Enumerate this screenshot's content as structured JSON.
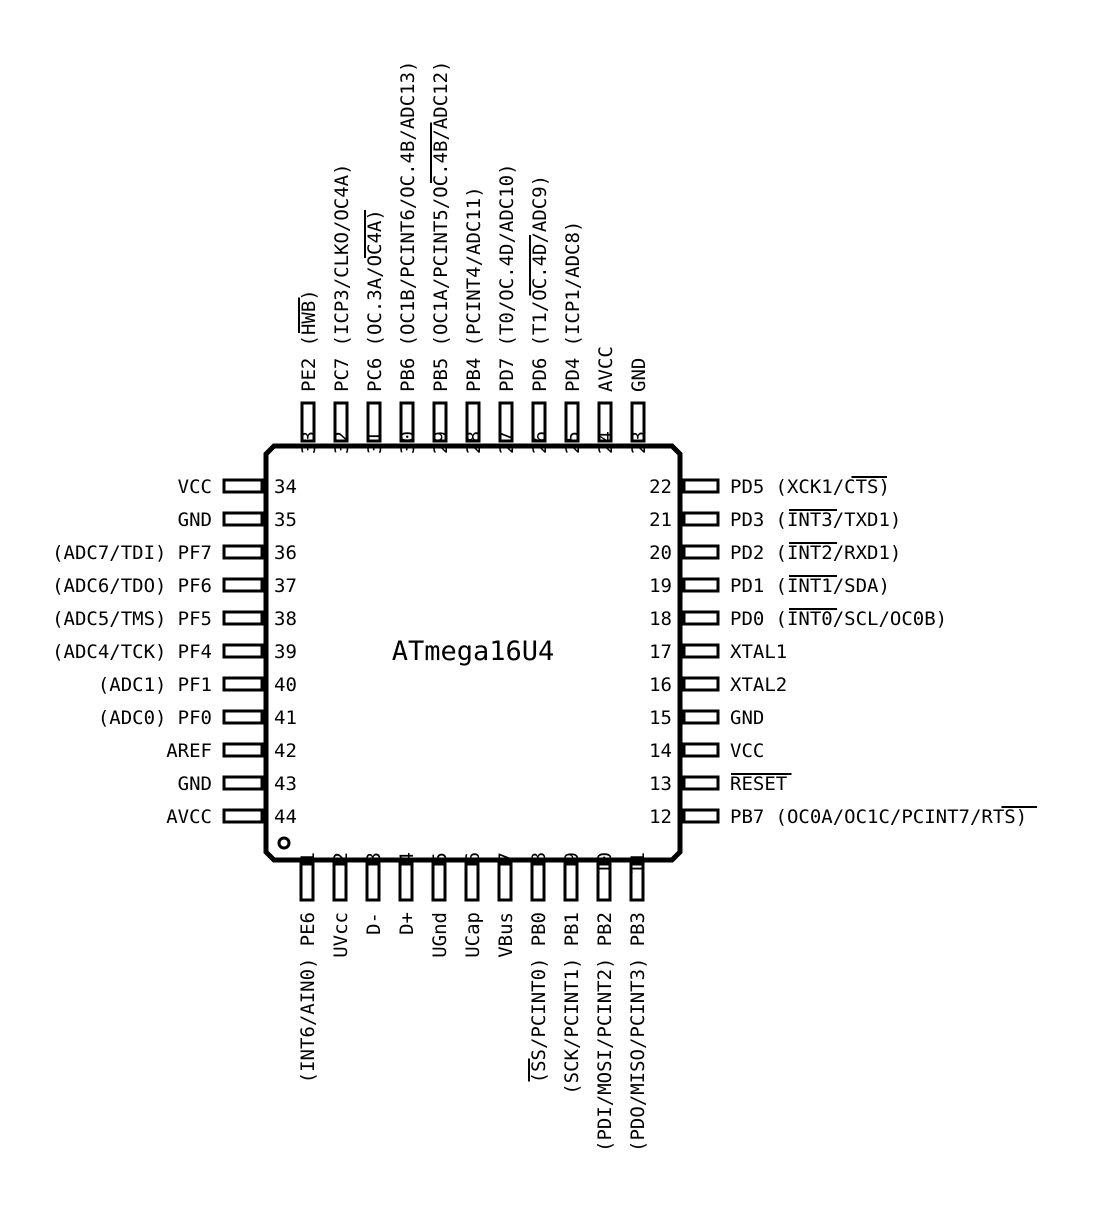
{
  "chip": {
    "name": "ATmega16U4",
    "pin1_marker": "circle-dot"
  },
  "colors": {
    "ink": "#000000",
    "background": "#ffffff"
  },
  "pins": {
    "bottom": [
      {
        "num": "1",
        "label": "PE6",
        "alt": "(INT6/AIN0)"
      },
      {
        "num": "2",
        "label": "UVcc",
        "alt": ""
      },
      {
        "num": "3",
        "label": "D-",
        "alt": ""
      },
      {
        "num": "4",
        "label": "D+",
        "alt": ""
      },
      {
        "num": "5",
        "label": "UGnd",
        "alt": ""
      },
      {
        "num": "6",
        "label": "UCap",
        "alt": ""
      },
      {
        "num": "7",
        "label": "VBus",
        "alt": ""
      },
      {
        "num": "8",
        "label": "PB0",
        "alt": "(SS/PCINT0)",
        "alt_overline": "SS"
      },
      {
        "num": "9",
        "label": "PB1",
        "alt": "(SCK/PCINT1)"
      },
      {
        "num": "10",
        "label": "PB2",
        "alt": "(PDI/MOSI/PCINT2)"
      },
      {
        "num": "11",
        "label": "PB3",
        "alt": "(PDO/MISO/PCINT3)"
      }
    ],
    "right": [
      {
        "num": "12",
        "label": "PB7",
        "alt": "(OC0A/OC1C/PCINT7/RTS)",
        "alt_overline": "RTS"
      },
      {
        "num": "13",
        "label": "RESET",
        "alt": "",
        "label_overline": "RESET"
      },
      {
        "num": "14",
        "label": "VCC",
        "alt": ""
      },
      {
        "num": "15",
        "label": "GND",
        "alt": ""
      },
      {
        "num": "16",
        "label": "XTAL2",
        "alt": ""
      },
      {
        "num": "17",
        "label": "XTAL1",
        "alt": ""
      },
      {
        "num": "18",
        "label": "PD0",
        "alt": "(INT0/SCL/OC0B)",
        "alt_overline": "INT0"
      },
      {
        "num": "19",
        "label": "PD1",
        "alt": "(INT1/SDA)",
        "alt_overline": "INT1"
      },
      {
        "num": "20",
        "label": "PD2",
        "alt": "(INT2/RXD1)",
        "alt_overline": "INT2"
      },
      {
        "num": "21",
        "label": "PD3",
        "alt": "(INT3/TXD1)",
        "alt_overline": "INT3"
      },
      {
        "num": "22",
        "label": "PD5",
        "alt": "(XCK1/CTS)",
        "alt_overline": "CTS"
      }
    ],
    "top": [
      {
        "num": "23",
        "label": "GND",
        "alt": ""
      },
      {
        "num": "24",
        "label": "AVCC",
        "alt": ""
      },
      {
        "num": "25",
        "label": "PD4",
        "alt": "(ICP1/ADC8)"
      },
      {
        "num": "26",
        "label": "PD6",
        "alt": "(T1/OC.4D/ADC9)",
        "alt_overline": "OC.4D"
      },
      {
        "num": "27",
        "label": "PD7",
        "alt": "(T0/OC.4D/ADC10)"
      },
      {
        "num": "28",
        "label": "PB4",
        "alt": "(PCINT4/ADC11)"
      },
      {
        "num": "29",
        "label": "PB5",
        "alt": "(OC1A/PCINT5/OC.4B/ADC12)",
        "alt_overline": "OC.4B"
      },
      {
        "num": "30",
        "label": "PB6",
        "alt": "(OC1B/PCINT6/OC.4B/ADC13)"
      },
      {
        "num": "31",
        "label": "PC6",
        "alt": "(OC.3A/OC4A)",
        "alt_overline": "OC4A"
      },
      {
        "num": "32",
        "label": "PC7",
        "alt": "(ICP3/CLKO/OC4A)"
      },
      {
        "num": "33",
        "label": "PE2",
        "alt": "(HWB)",
        "alt_overline": "HWB"
      }
    ],
    "left": [
      {
        "num": "34",
        "label": "VCC",
        "alt": ""
      },
      {
        "num": "35",
        "label": "GND",
        "alt": ""
      },
      {
        "num": "36",
        "label": "PF7",
        "alt": "(ADC7/TDI)"
      },
      {
        "num": "37",
        "label": "PF6",
        "alt": "(ADC6/TDO)"
      },
      {
        "num": "38",
        "label": "PF5",
        "alt": "(ADC5/TMS)"
      },
      {
        "num": "39",
        "label": "PF4",
        "alt": "(ADC4/TCK)"
      },
      {
        "num": "40",
        "label": "PF1",
        "alt": "(ADC1)"
      },
      {
        "num": "41",
        "label": "PF0",
        "alt": "(ADC0)"
      },
      {
        "num": "42",
        "label": "AREF",
        "alt": ""
      },
      {
        "num": "43",
        "label": "GND",
        "alt": ""
      },
      {
        "num": "44",
        "label": "AVCC",
        "alt": ""
      }
    ]
  }
}
